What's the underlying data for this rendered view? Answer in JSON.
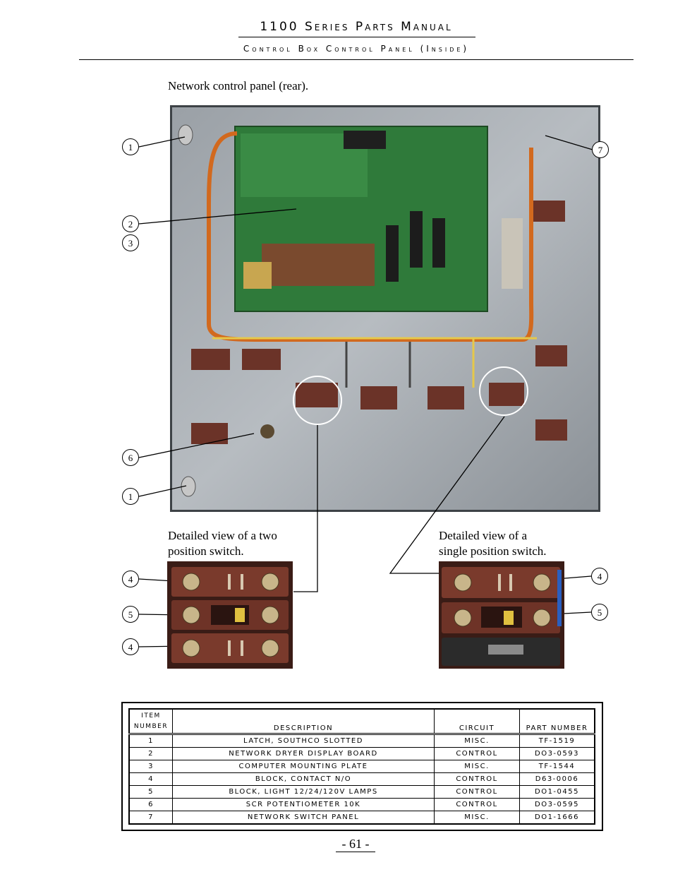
{
  "header": {
    "title": "1100 Series Parts Manual",
    "subtitle": "Control Box Control Panel (Inside)"
  },
  "main_caption": "Network control panel (rear).",
  "detail_two": {
    "caption_line1": "Detailed view of a two",
    "caption_line2": "position switch."
  },
  "detail_single": {
    "caption_line1": "Detailed view of a",
    "caption_line2": "single position switch."
  },
  "callouts": [
    "1",
    "2",
    "3",
    "6",
    "1",
    "7",
    "4",
    "5",
    "4",
    "4",
    "5"
  ],
  "table": {
    "headers": {
      "item_line1": "ITEM",
      "item_line2": "NUMBER",
      "description": "DESCRIPTION",
      "circuit": "CIRCUIT",
      "part_number": "PART NUMBER"
    },
    "rows": [
      {
        "item": "1",
        "description": "LATCH, SOUTHCO SLOTTED",
        "circuit": "MISC.",
        "part": "TF-1519"
      },
      {
        "item": "2",
        "description": "NETWORK DRYER DISPLAY BOARD",
        "circuit": "CONTROL",
        "part": "DO3-0593"
      },
      {
        "item": "3",
        "description": "COMPUTER MOUNTING PLATE",
        "circuit": "MISC.",
        "part": "TF-1544"
      },
      {
        "item": "4",
        "description": "BLOCK, CONTACT N/O",
        "circuit": "CONTROL",
        "part": "D63-0006"
      },
      {
        "item": "5",
        "description": "BLOCK, LIGHT 12/24/120V LAMPS",
        "circuit": "CONTROL",
        "part": "DO1-0455"
      },
      {
        "item": "6",
        "description": "SCR POTENTIOMETER 10K",
        "circuit": "CONTROL",
        "part": "DO3-0595"
      },
      {
        "item": "7",
        "description": "NETWORK SWITCH PANEL",
        "circuit": "MISC.",
        "part": "DO1-1666"
      }
    ]
  },
  "page_number": "- 61 -"
}
